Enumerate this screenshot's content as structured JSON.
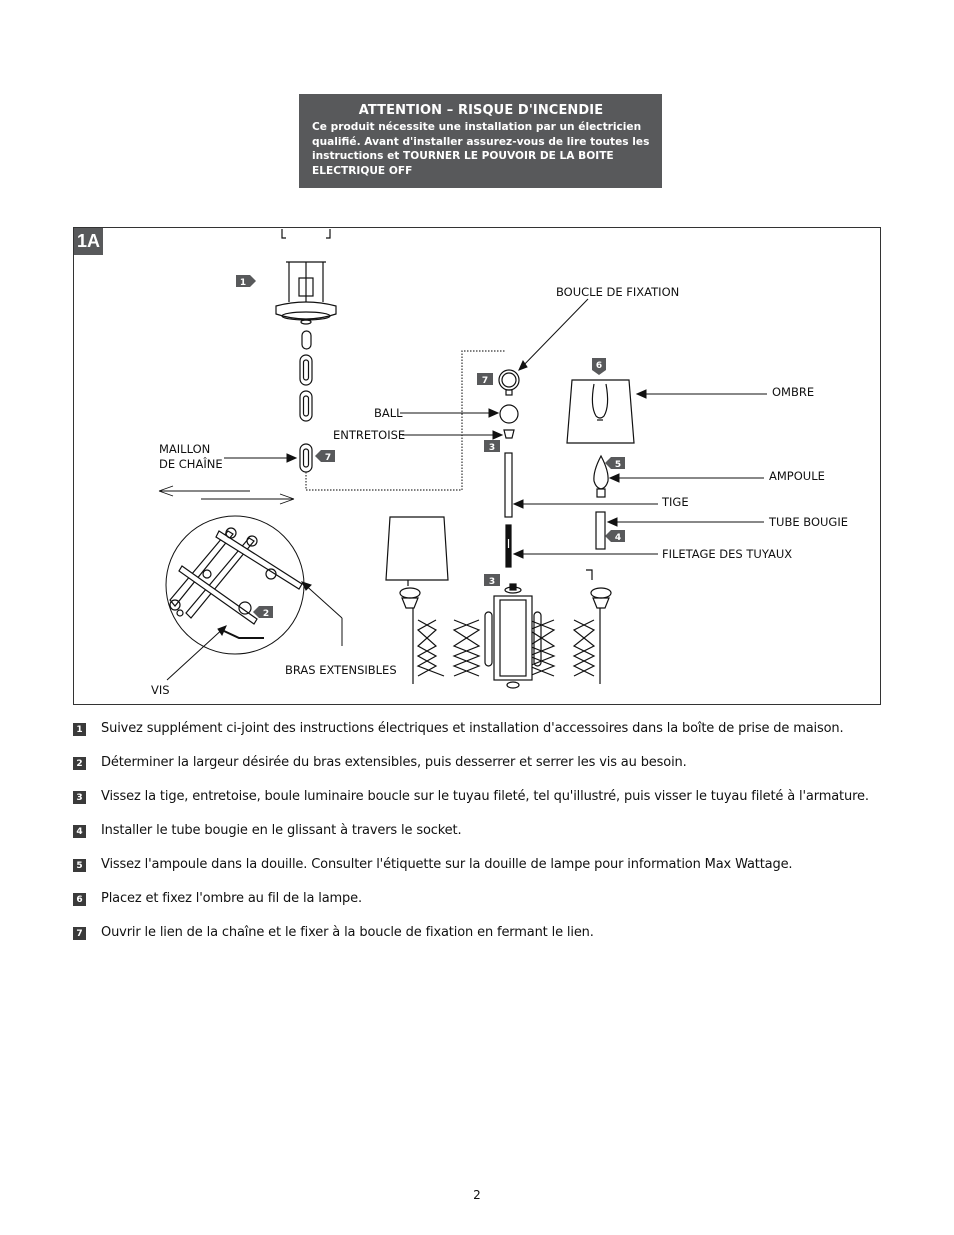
{
  "warning": {
    "title": "ATTENTION – RISQUE D'INCENDIE",
    "lines": [
      "Ce produit nécessite une installation par un électricien",
      "qualifié. Avant d'installer assurez-vous de lire toutes les",
      "instructions et TOURNER LE POUVOIR DE LA BOITE",
      "ELECTRIQUE OFF"
    ]
  },
  "diagram": {
    "figure_label": "1A",
    "labels": {
      "boucle": "BOUCLE DE FIXATION",
      "ombre": "OMBRE",
      "ball": "BALL",
      "entretoise": "ENTRETOISE",
      "maillon_1": "MAILLON",
      "maillon_2": "DE CHAÎNE",
      "ampoule": "AMPOULE",
      "tige": "TIGE",
      "tube_bougie": "TUBE BOUGIE",
      "filetage": "FILETAGE DES TUYAUX",
      "bras": "BRAS EXTENSIBLES",
      "vis": "VIS"
    },
    "callouts": {
      "c1": "1",
      "c2": "2",
      "c3a": "3",
      "c3b": "3",
      "c4": "4",
      "c5": "5",
      "c6": "6",
      "c7a": "7",
      "c7b": "7"
    }
  },
  "steps": [
    {
      "num": "1",
      "text": "Suivez supplément ci-joint des instructions électriques et installation d'accessoires dans la boîte de prise de maison."
    },
    {
      "num": "2",
      "text": "Déterminer la largeur désirée du bras extensibles, puis desserrer et serrer les vis au besoin."
    },
    {
      "num": "3",
      "text": "Vissez la tige, entretoise, boule luminaire boucle sur le tuyau fileté, tel qu'illustré, puis visser le tuyau fileté à l'armature."
    },
    {
      "num": "4",
      "text": "Installer le tube bougie en le glissant à travers le socket."
    },
    {
      "num": "5",
      "text": "Vissez l'ampoule dans la douille. Consulter l'étiquette sur la douille de lampe pour information Max Wattage."
    },
    {
      "num": "6",
      "text": "Placez et fixez l'ombre au fil de la lampe."
    },
    {
      "num": "7",
      "text": "Ouvrir le lien de la chaîne et le fixer à la boucle de fixation en fermant le lien."
    }
  ],
  "page_number": "2"
}
